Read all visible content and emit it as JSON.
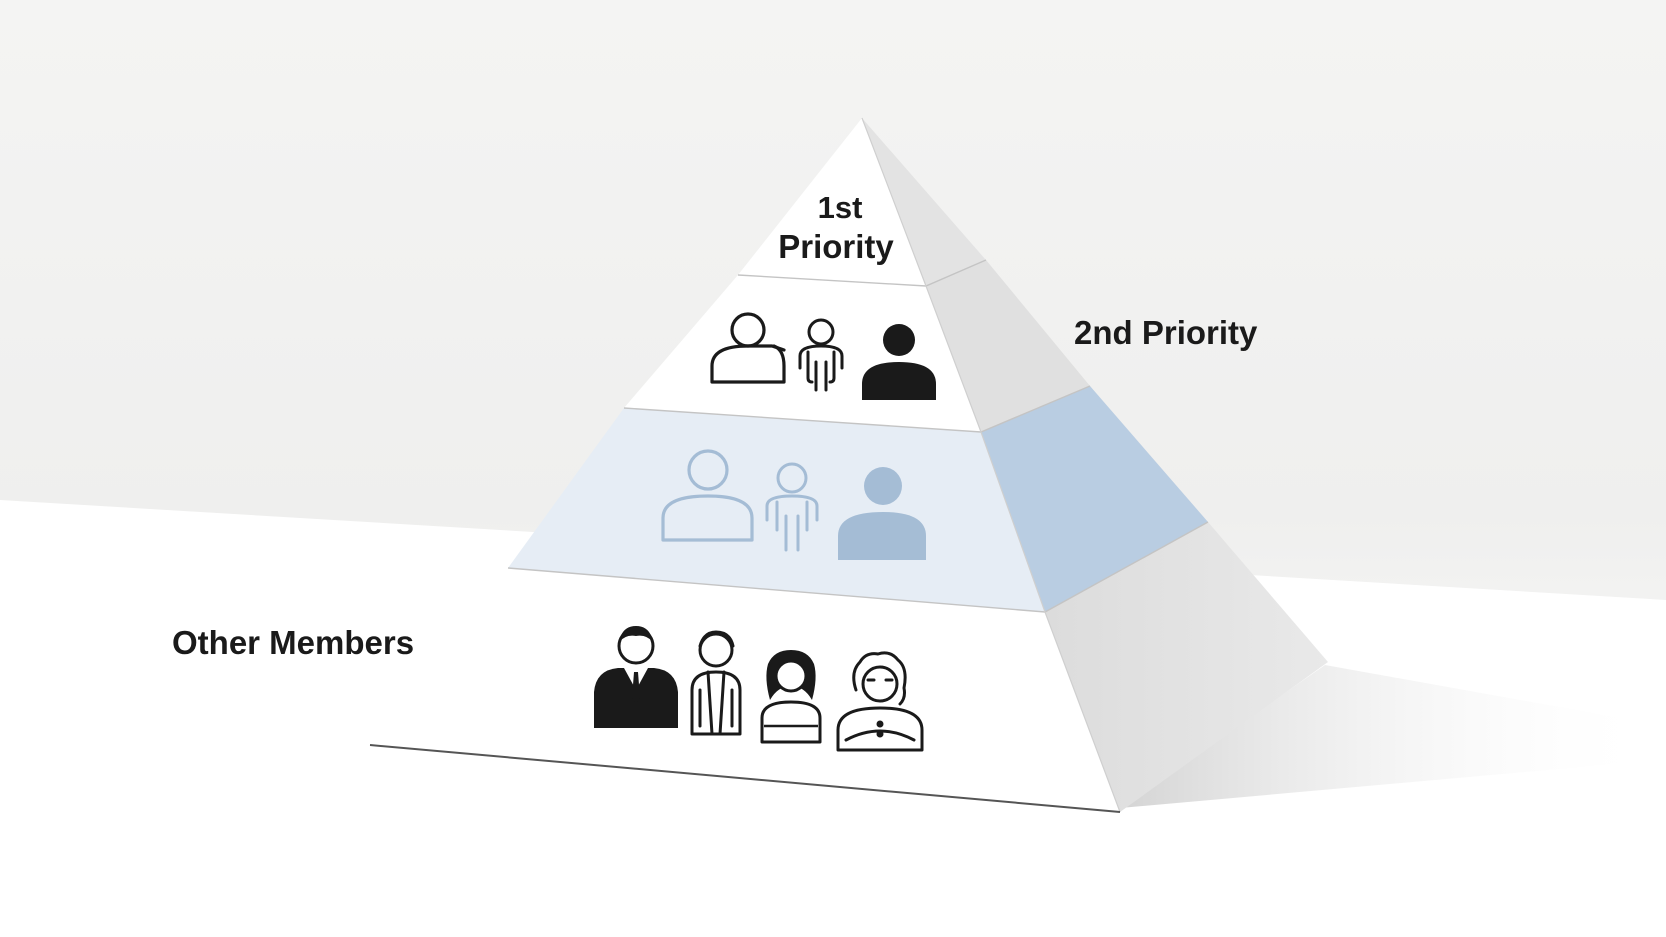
{
  "labels": {
    "first_line1": "1st",
    "first_line2": "Priority",
    "second": "2nd Priority",
    "other": "Other Members"
  },
  "tiers": [
    {
      "name": "1st Priority",
      "icons": []
    },
    {
      "name": "2nd Priority",
      "icons": [
        "adult-outline-icon",
        "child-outline-icon",
        "adult-filled-icon"
      ]
    },
    {
      "name": "tier-3",
      "icons": [
        "adult-outline-icon",
        "child-outline-icon",
        "adult-filled-icon"
      ]
    },
    {
      "name": "Other Members",
      "icons": [
        "businessman-icon",
        "doctor-icon",
        "woman-icon",
        "elder-icon"
      ]
    }
  ],
  "colors": {
    "background": "#f3f3f2",
    "floor": "#ffffff",
    "face_front": "#ffffff",
    "face_side": "#e1e1e1",
    "tier3_front": "#e6edf5",
    "tier3_side": "#b9cde2",
    "icon_dark": "#1a1a1a",
    "icon_blue": "#9db7d2",
    "text": "#1a1a1a"
  }
}
